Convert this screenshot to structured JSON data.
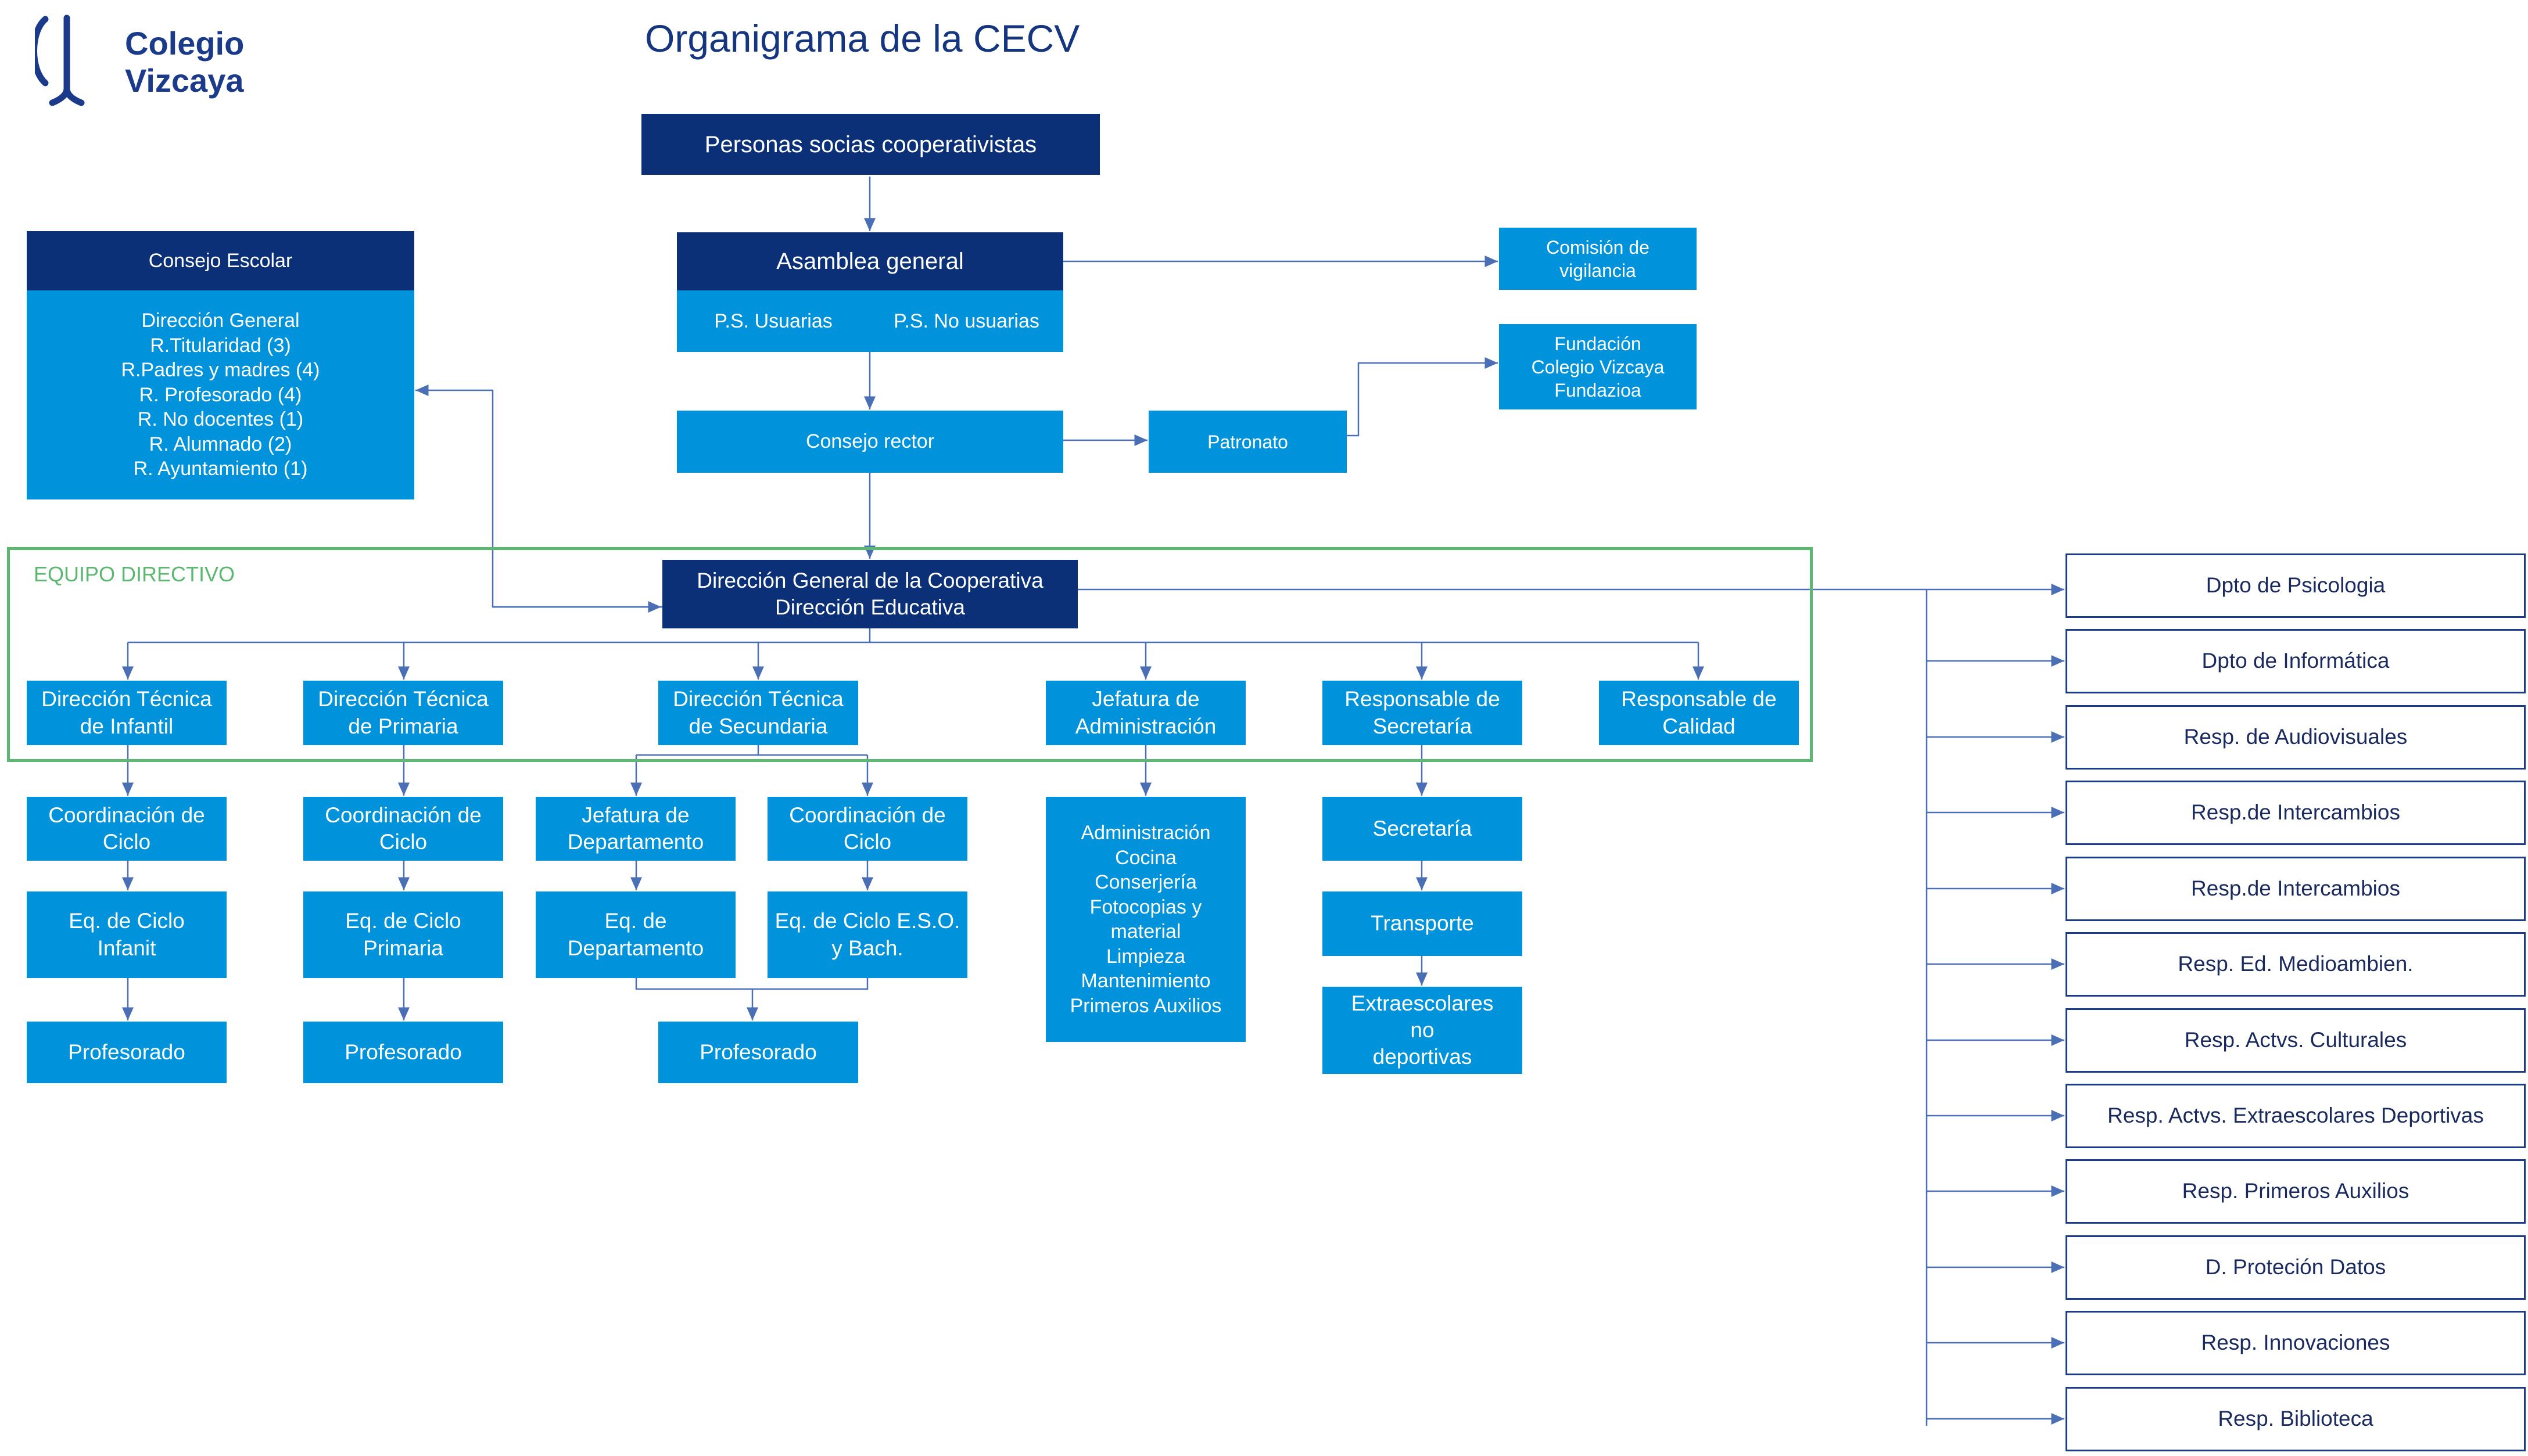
{
  "title": "Organigrama de la CECV",
  "logo": {
    "text": "Colegio\nVizcaya",
    "brand_color": "#1c3a8a"
  },
  "colors": {
    "dark": "#0b3077",
    "light": "#0093dc",
    "green": "#5cb770",
    "line": "#4a6fb5"
  },
  "group_label": "EQUIPO DIRECTIVO",
  "nodes": {
    "socios": "Personas socias cooperativistas",
    "asamblea": "Asamblea general",
    "ps_usuarias": "P.S. Usuarias",
    "ps_no_usuarias": "P.S. No usuarias",
    "consejo_rector": "Consejo rector",
    "patronato": "Patronato",
    "comision": "Comisión de\nvigilancia",
    "fundacion": "Fundación\nColegio Vizcaya\nFundazioa",
    "consejo_escolar": "Consejo Escolar",
    "consejo_escolar_members": "Dirección General\nR.Titularidad (3)\nR.Padres y madres (4)\nR. Profesorado (4)\nR. No docentes (1)\nR. Alumnado (2)\nR. Ayuntamiento (1)",
    "direccion_general": "Dirección General de la Cooperativa\nDirección Educativa",
    "dt_infantil": "Dirección Técnica\nde Infantil",
    "dt_primaria": "Dirección Técnica\nde Primaria",
    "dt_secundaria": "Dirección Técnica\nde Secundaria",
    "jefatura_admin": "Jefatura de\nAdministración",
    "resp_secretaria": "Responsable de\nSecretaría",
    "resp_calidad": "Responsable de\nCalidad",
    "coord_ciclo_inf": "Coordinación de\nCiclo",
    "coord_ciclo_pri": "Coordinación de\nCiclo",
    "jefatura_depto": "Jefatura de\nDepartamento",
    "coord_ciclo_sec": "Coordinación de\nCiclo",
    "eq_ciclo_inf": "Eq. de Ciclo\nInfanit",
    "eq_ciclo_pri": "Eq. de Ciclo\nPrimaria",
    "eq_depto": "Eq. de\nDepartamento",
    "eq_ciclo_eso": "Eq. de Ciclo E.S.O.\ny Bach.",
    "prof_inf": "Profesorado",
    "prof_pri": "Profesorado",
    "prof_sec": "Profesorado",
    "admin_staff": "Administración\nCocina\nConserjería\nFotocopias y\nmaterial\nLimpieza\nMantenimiento\nPrimeros Auxilios",
    "secretaria": "Secretaría",
    "transporte": "Transporte",
    "extraescolares": "Extraescolares\nno\ndeportivas"
  },
  "right_list": [
    "Dpto de Psicologia",
    "Dpto de Informática",
    "Resp. de Audiovisuales",
    "Resp.de Intercambios",
    "Resp.de Intercambios",
    "Resp. Ed. Medioambien.",
    "Resp. Actvs. Culturales",
    "Resp. Actvs. Extraescolares Deportivas",
    "Resp. Primeros Auxilios",
    "D. Proteción Datos",
    "Resp. Innovaciones",
    "Resp. Biblioteca"
  ]
}
